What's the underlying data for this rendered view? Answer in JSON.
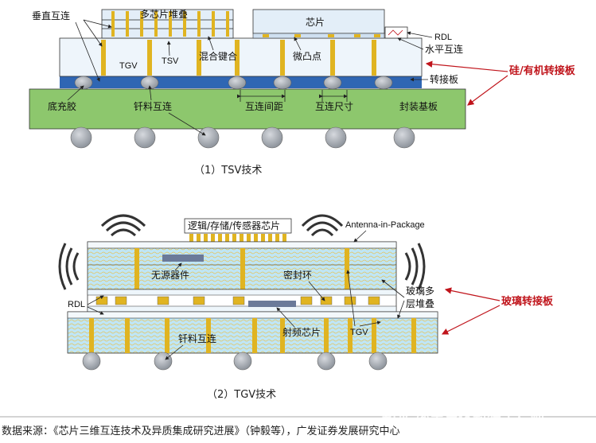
{
  "fig1": {
    "labels": {
      "vertical_interconnect": "垂直互连",
      "multi_chip_stack": "多芯片堆叠",
      "chip": "芯片",
      "rdl": "RDL",
      "horizontal_interconnect": "水平互连",
      "tgv": "TGV",
      "tsv": "TSV",
      "hybrid_bonding": "混合键合",
      "micro_bump": "微凸点",
      "interposer": "转接板",
      "underfill": "底充胶",
      "solder_interconnect": "钎料互连",
      "interconnect_pitch": "互连间距",
      "interconnect_size": "互连尺寸",
      "package_substrate": "封装基板"
    },
    "callout": "硅/有机转接板",
    "caption": "（1）TSV技术"
  },
  "fig2": {
    "labels": {
      "chips": "逻辑/存储/传感器芯片",
      "antenna": "Antenna-in-Package",
      "passive": "无源器件",
      "seal_ring": "密封环",
      "rdl": "RDL",
      "glass_stack": "玻璃多层堆叠",
      "solder_interconnect": "钎料互连",
      "rf_chip": "射频芯片",
      "tgv": "TGV"
    },
    "callout": "玻璃转接板",
    "caption": "（2）TGV技术"
  },
  "source": "数据来源：《芯片三维互连技术及异质集成研究进展》（钟毅等），广发证券发展研究中心",
  "watermark": "知乎 @半导体封装工程师",
  "colors": {
    "substrate": "#8dc76d",
    "interposer": "#e9f3fb",
    "chip_top": "#e6f0fa",
    "tsv": "#e0b421",
    "blue_band": "#2f66b3",
    "ball": "#9aa0a8",
    "glass": "#bfe6f6",
    "red": "#c0141b"
  }
}
